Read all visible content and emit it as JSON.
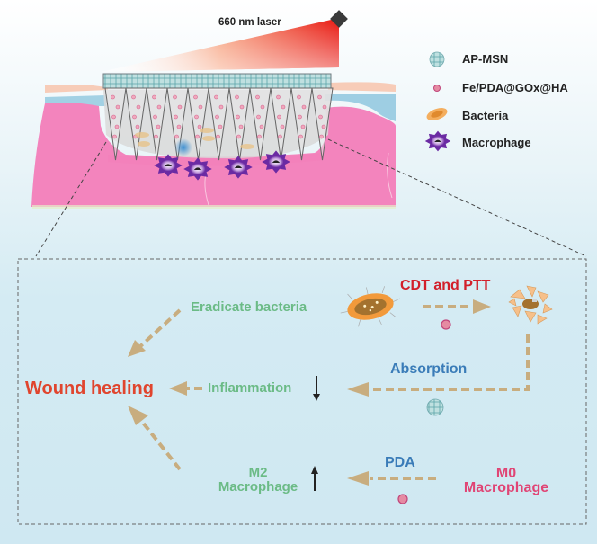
{
  "laser": {
    "label": "660 nm laser"
  },
  "legend": [
    {
      "icon": "ap-msn-icon",
      "label": "AP-MSN"
    },
    {
      "icon": "fe-pda-gox-ha-icon",
      "label": "Fe/PDA@GOx@HA"
    },
    {
      "icon": "bacteria-icon",
      "label": "Bacteria"
    },
    {
      "icon": "macrophage-icon",
      "label": "Macrophage"
    }
  ],
  "mechanism": {
    "outcome": "Wound healing",
    "pathways": [
      {
        "label": "Eradicate bacteria",
        "process": "CDT and PTT",
        "agent_icon": "fe-pda-gox-ha-icon"
      },
      {
        "label": "Inflammation",
        "trend": "down",
        "process": "Absorption",
        "agent_icon": "ap-msn-icon"
      },
      {
        "label_line1": "M2",
        "label_line2": "Macrophage",
        "trend": "up",
        "process": "PDA",
        "source_line1": "M0",
        "source_line2": "Macrophage",
        "agent_icon": "fe-pda-gox-ha-icon"
      }
    ]
  },
  "colors": {
    "skin": "#f384bd",
    "laser": "#e8261a",
    "arrow": "#c8ad7f",
    "green_text": "#6bbb86",
    "red_text": "#e0452e",
    "blue_text": "#3a7cb8",
    "pink_text": "#e04575",
    "macrophage": "#6b2aa3"
  }
}
